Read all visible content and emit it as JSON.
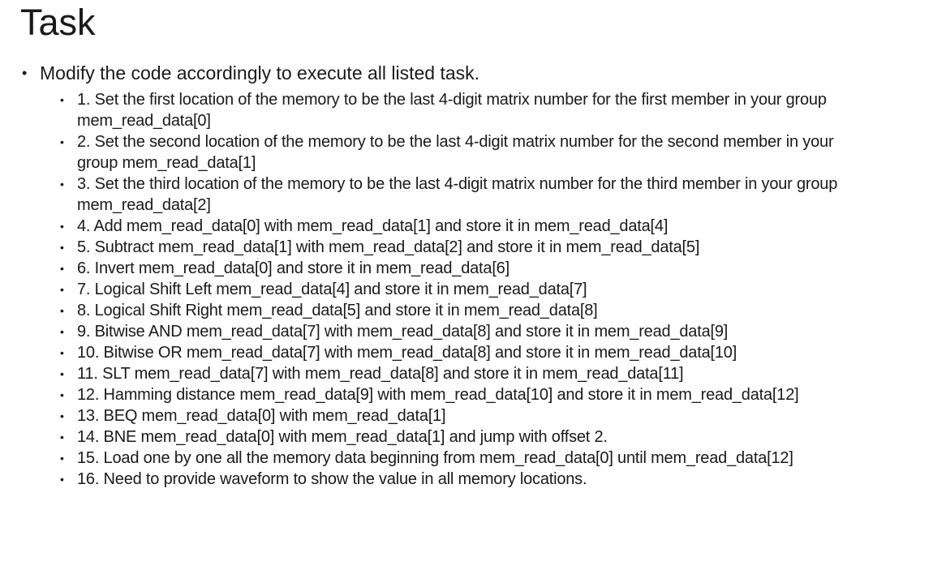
{
  "slide": {
    "title": "Task",
    "bullet_glyph": "•",
    "main_bullet": "Modify the code accordingly to execute all listed task.",
    "tasks": [
      "1. Set the first location of the memory to be the last 4-digit matrix number for the first member in your group mem_read_data[0]",
      "2. Set the second location of the memory to be the last 4-digit matrix number for the second member in your group mem_read_data[1]",
      "3. Set the third location of the memory to be the last 4-digit matrix number for the third member in your group mem_read_data[2]",
      "4. Add mem_read_data[0] with mem_read_data[1] and store it in mem_read_data[4]",
      "5. Subtract mem_read_data[1] with mem_read_data[2] and store it in mem_read_data[5]",
      "6. Invert mem_read_data[0] and store it in mem_read_data[6]",
      "7. Logical Shift Left mem_read_data[4] and store it in mem_read_data[7]",
      "8. Logical Shift Right mem_read_data[5] and store it in mem_read_data[8]",
      "9. Bitwise AND mem_read_data[7] with mem_read_data[8] and store it in mem_read_data[9]",
      "10. Bitwise OR mem_read_data[7] with mem_read_data[8] and store it in mem_read_data[10]",
      "11. SLT mem_read_data[7] with mem_read_data[8] and store it in mem_read_data[11]",
      "12. Hamming distance mem_read_data[9] with mem_read_data[10] and store it in mem_read_data[12]",
      "13. BEQ mem_read_data[0] with mem_read_data[1]",
      "14. BNE mem_read_data[0] with mem_read_data[1] and jump with offset 2.",
      "15. Load one by one all the memory data beginning from mem_read_data[0] until mem_read_data[12]",
      "16. Need to provide waveform to show the value in all memory locations."
    ],
    "colors": {
      "background": "#ffffff",
      "text": "#1a1a1a"
    }
  }
}
